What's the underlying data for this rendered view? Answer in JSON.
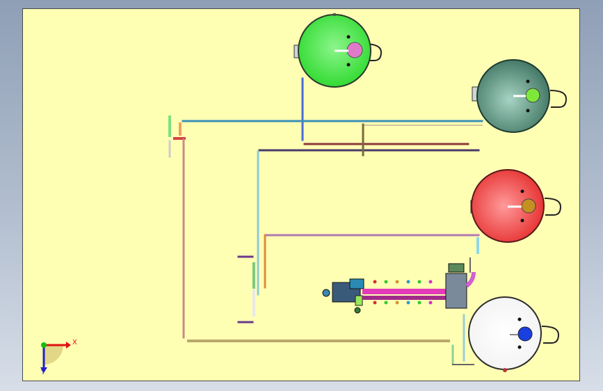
{
  "viewer": {
    "sheet_color": "#ffffb4",
    "background_top": "#8f9fb6",
    "background_bottom": "#d7dee8"
  },
  "triad": {
    "x_label": "X",
    "y_label": "Y",
    "x_color": "#e01010",
    "y_color": "#2020d0",
    "z_color": "#10c010"
  },
  "vessels": [
    {
      "name": "green-tank",
      "color": "#3ee63e",
      "nozzle_color": "#e07ac8"
    },
    {
      "name": "dark-green-tank",
      "color": "#3c7a64",
      "nozzle_color": "#7de83a"
    },
    {
      "name": "red-tank",
      "color": "#f03a3a",
      "nozzle_color": "#c69020"
    },
    {
      "name": "white-tank",
      "color": "#ffffff",
      "nozzle_color": "#1a3fe0"
    }
  ]
}
